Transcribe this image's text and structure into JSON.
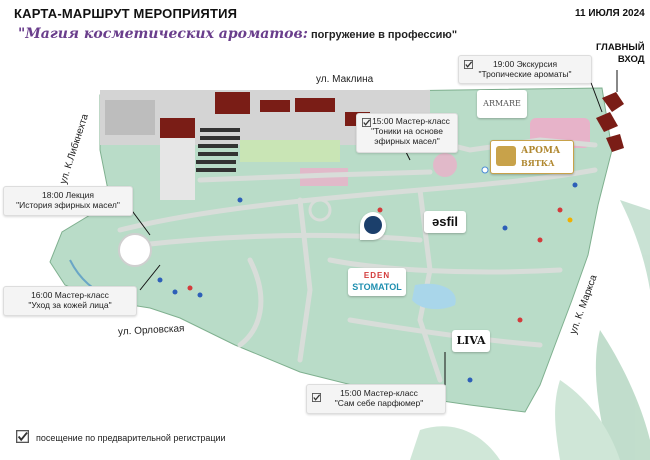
{
  "header": {
    "title": "КАРТА-МАРШРУТ МЕРОПРИЯТИЯ",
    "date": "11 ИЮЛЯ 2024",
    "subtitle_script": "\"Магия косметических ароматов:",
    "subtitle_rest": " погружение в профессию\""
  },
  "streets": {
    "maklina": "ул. Маклина",
    "liebknecht": "ул. К.Либкнехта",
    "orlovskaya": "ул. Орловская",
    "marx": "ул. К. Маркса"
  },
  "entrance": {
    "line1": "ГЛАВНЫЙ",
    "line2": "ВХОД"
  },
  "events": [
    {
      "time": "19:00 Экскурсия",
      "title": "\"Тропические ароматы\""
    },
    {
      "time": "15:00 Мастер-класс",
      "title": "\"Тоники на основе эфирных масел\""
    },
    {
      "time": "18:00 Лекция",
      "title": "\"История эфирных масел\""
    },
    {
      "time": "16:00 Мастер-класс",
      "title": "\"Уход за кожей лица\""
    },
    {
      "time": "15:00 Мастер-класс",
      "title": "\"Сам себе парфюмер\""
    }
  ],
  "logos": {
    "armare": "ARMARE",
    "aroma_line1": "АРОМА",
    "aroma_line2": "ВЯТКА",
    "esfil": "əsfil",
    "eden_line1": "EDEN",
    "eden_line2": "STOMATOL",
    "liva": "LIVA"
  },
  "footer": {
    "note": "посещение по предварительной регистрации"
  },
  "colors": {
    "park": "#b9dcc8",
    "park_dark": "#a6cfb6",
    "path": "#d6dcd8",
    "building_dark": "#7a1d16",
    "building_gray": "#c9c9c9",
    "accent_pink": "#f2a9c9",
    "water": "#a9d6ea",
    "subtitle_purple": "#6a3e8c"
  }
}
